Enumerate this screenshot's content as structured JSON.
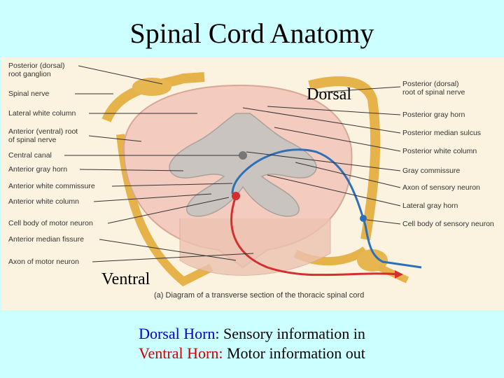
{
  "title": "Spinal Cord Anatomy",
  "overlay": {
    "dorsal": "Dorsal",
    "ventral": "Ventral"
  },
  "labels_left": [
    "Posterior (dorsal)\nroot ganglion",
    "Spinal nerve",
    "Lateral white column",
    "Anterior (ventral) root\nof spinal nerve",
    "Central canal",
    "Anterior gray horn",
    "Anterior white commissure",
    "Anterior white column",
    "Cell body of motor neuron",
    "Anterior median fissure",
    "Axon of motor neuron"
  ],
  "labels_right": [
    "Posterior (dorsal)\nroot of spinal nerve",
    "Posterior gray horn",
    "Posterior median sulcus",
    "Posterior white column",
    "Gray commissure",
    "Axon of sensory neuron",
    "Lateral gray horn",
    "Cell body of sensory neuron"
  ],
  "caption": "(a) Diagram of a transverse section of the thoracic spinal cord",
  "legend": {
    "line1_term": "Dorsal Horn:",
    "line1_text": " Sensory information in",
    "line2_term": "Ventral Horn:",
    "line2_text": " Motor information out",
    "colors": {
      "dorsal": "#0000CC",
      "ventral": "#CC0000"
    }
  }
}
